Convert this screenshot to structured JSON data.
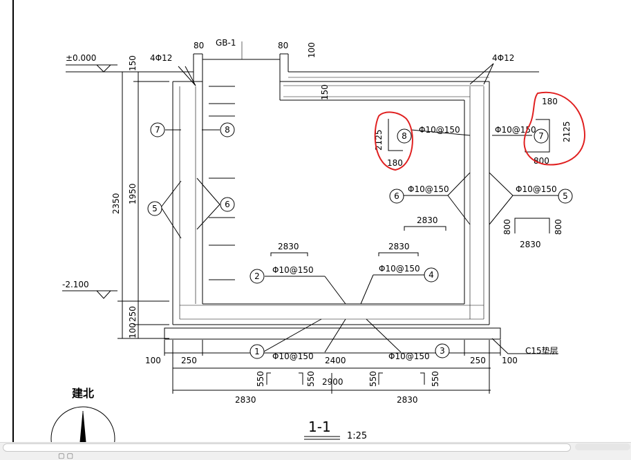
{
  "drawing": {
    "section_title": "1-1",
    "scale": "1:25",
    "north_label": "建北",
    "elev_top": "±0.000",
    "elev_bottom": "-2.100",
    "gb_label": "GB-1",
    "cushion_label": "C15垫层",
    "bar_top_left": "4Φ12",
    "bar_top_right": "4Φ12",
    "rebar_spec": "Φ10@150",
    "dims": {
      "d80a": "80",
      "d80b": "80",
      "d100_top": "100",
      "d150_left": "150",
      "d150_slab": "150",
      "d2350": "2350",
      "d1950": "1950",
      "d250_v": "250",
      "d100_v": "100",
      "d100_l": "100",
      "d250_l": "250",
      "d2400": "2400",
      "d250_r": "250",
      "d100_r": "100",
      "d2900": "2900",
      "d2830_l": "2830",
      "d2830_r": "2830",
      "d550_a": "550",
      "d550_b": "550",
      "d550_c": "550",
      "d550_d": "550",
      "bar2_len": "2830",
      "bar4_len": "2830",
      "bar6_len": "2830",
      "bar5_len": "2830",
      "bar5_h1": "800",
      "bar5_h2": "800",
      "bar8_h": "2125",
      "bar8_w": "180",
      "bar7_w": "180",
      "bar7_h": "2125",
      "bar7_b": "800"
    },
    "marks": {
      "m1": "1",
      "m2": "2",
      "m3": "3",
      "m4": "4",
      "m5a": "5",
      "m5b": "5",
      "m6a": "6",
      "m6b": "6",
      "m7a": "7",
      "m7b": "7",
      "m8a": "8",
      "m8b": "8"
    },
    "highlight_color": "#e02020"
  }
}
